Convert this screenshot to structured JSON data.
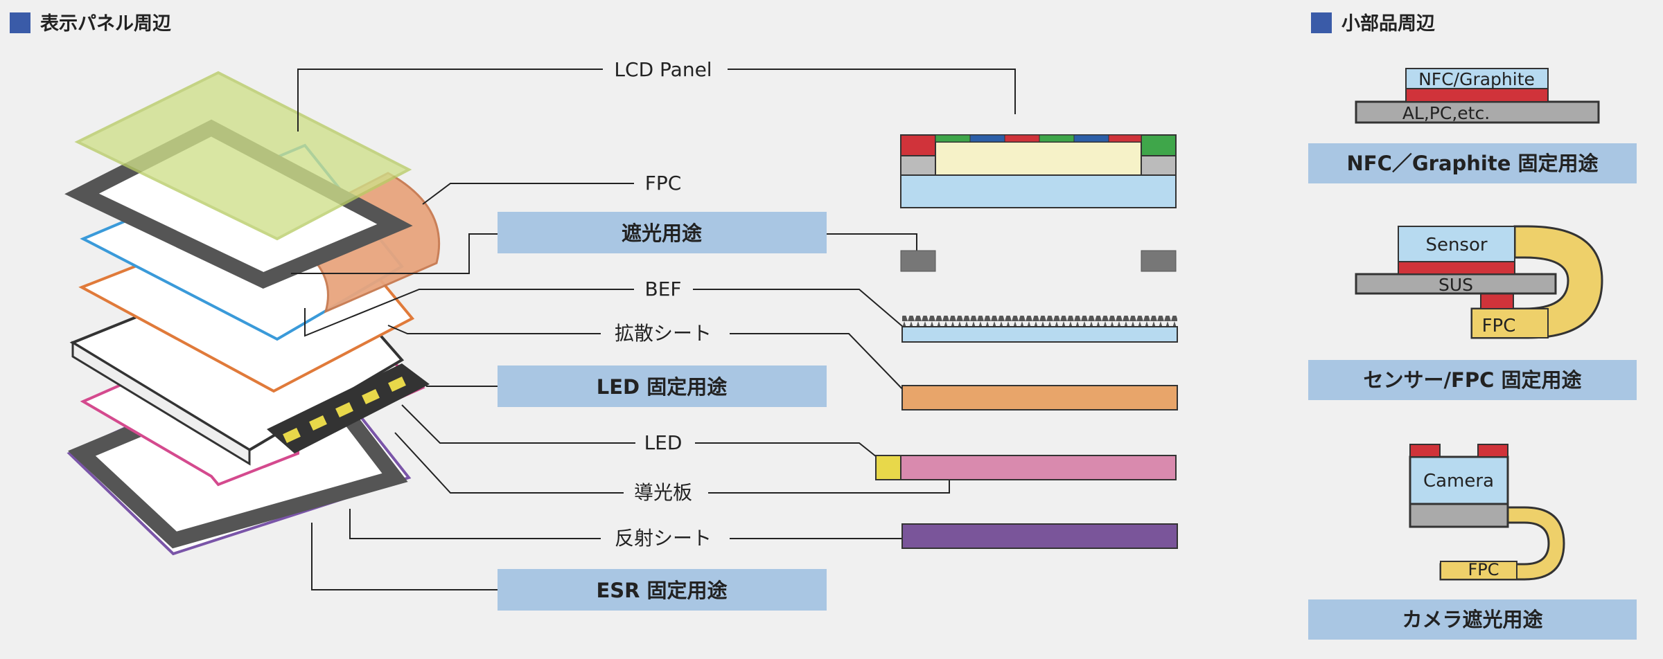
{
  "sections": {
    "display": {
      "title": "表示パネル周辺"
    },
    "parts": {
      "title": "小部品周辺"
    }
  },
  "labels": {
    "lcd": "LCD Panel",
    "fpc": "FPC",
    "bef": "BEF",
    "diffuser": "拡散シート",
    "led": "LED",
    "lgp": "導光板",
    "reflector": "反射シート"
  },
  "uses": {
    "shading": "遮光用途",
    "led_fix": "LED 固定用途",
    "esr_fix": "ESR 固定用途",
    "nfc_fix": "NFC／Graphite 固定用途",
    "sensor_fix": "センサー/FPC 固定用途",
    "camera_shade": "カメラ遮光用途"
  },
  "parts": {
    "nfc": "NFC/Graphite",
    "al": "AL,PC,etc.",
    "sensor": "Sensor",
    "sus": "SUS",
    "fpc": "FPC",
    "camera": "Camera"
  },
  "colors": {
    "accent": "#3a5ba8",
    "use_box": "#a9c6e3",
    "tape_red": "#d0333a",
    "lgp_pink": "#d98aae",
    "diffuser_orange": "#e8a56a",
    "reflector_purple": "#7a559a",
    "led_yellow": "#e8d84a",
    "fpc_yellow": "#eed06a"
  }
}
